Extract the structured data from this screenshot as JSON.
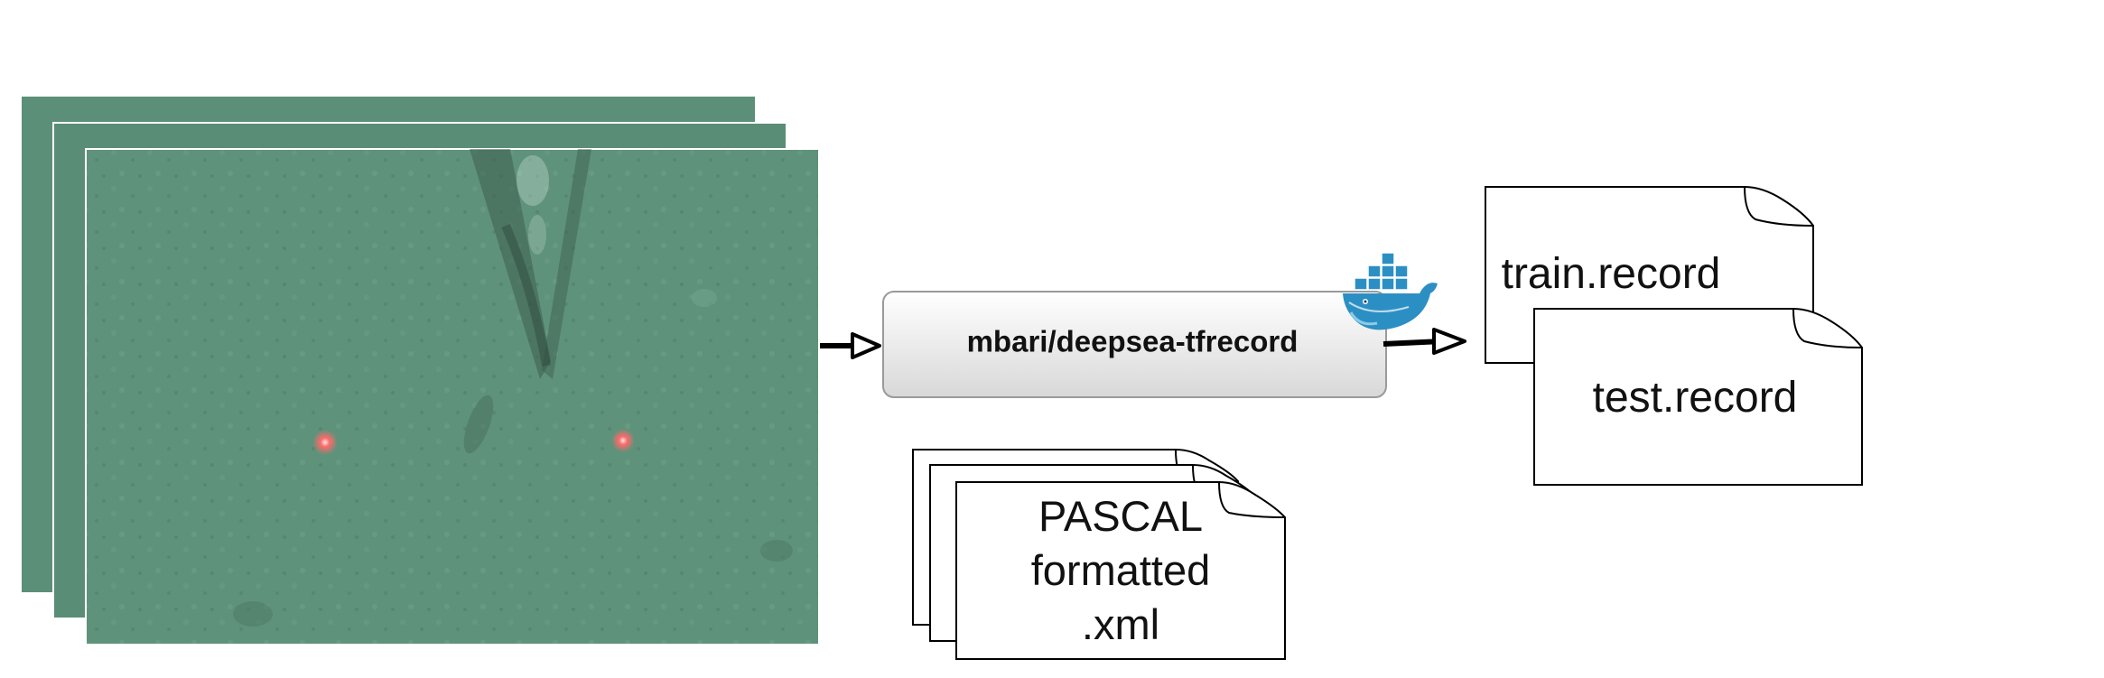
{
  "process_box": {
    "label": "mbari/deepsea-tfrecord",
    "icon": "docker-whale-icon"
  },
  "input_images": {
    "count": 3,
    "description_icon": "seafloor-image"
  },
  "annotations_doc": {
    "lines": [
      "PASCAL",
      "formatted",
      ".xml"
    ]
  },
  "outputs": [
    {
      "label": "train.record"
    },
    {
      "label": "test.record"
    }
  ],
  "colors": {
    "seafloor": "#5f927a",
    "box_fill_top": "#ffffff",
    "box_fill_bottom": "#dcdcdc",
    "docker_blue": "#2c8fc4",
    "laser_red": "#ff6a6a"
  }
}
